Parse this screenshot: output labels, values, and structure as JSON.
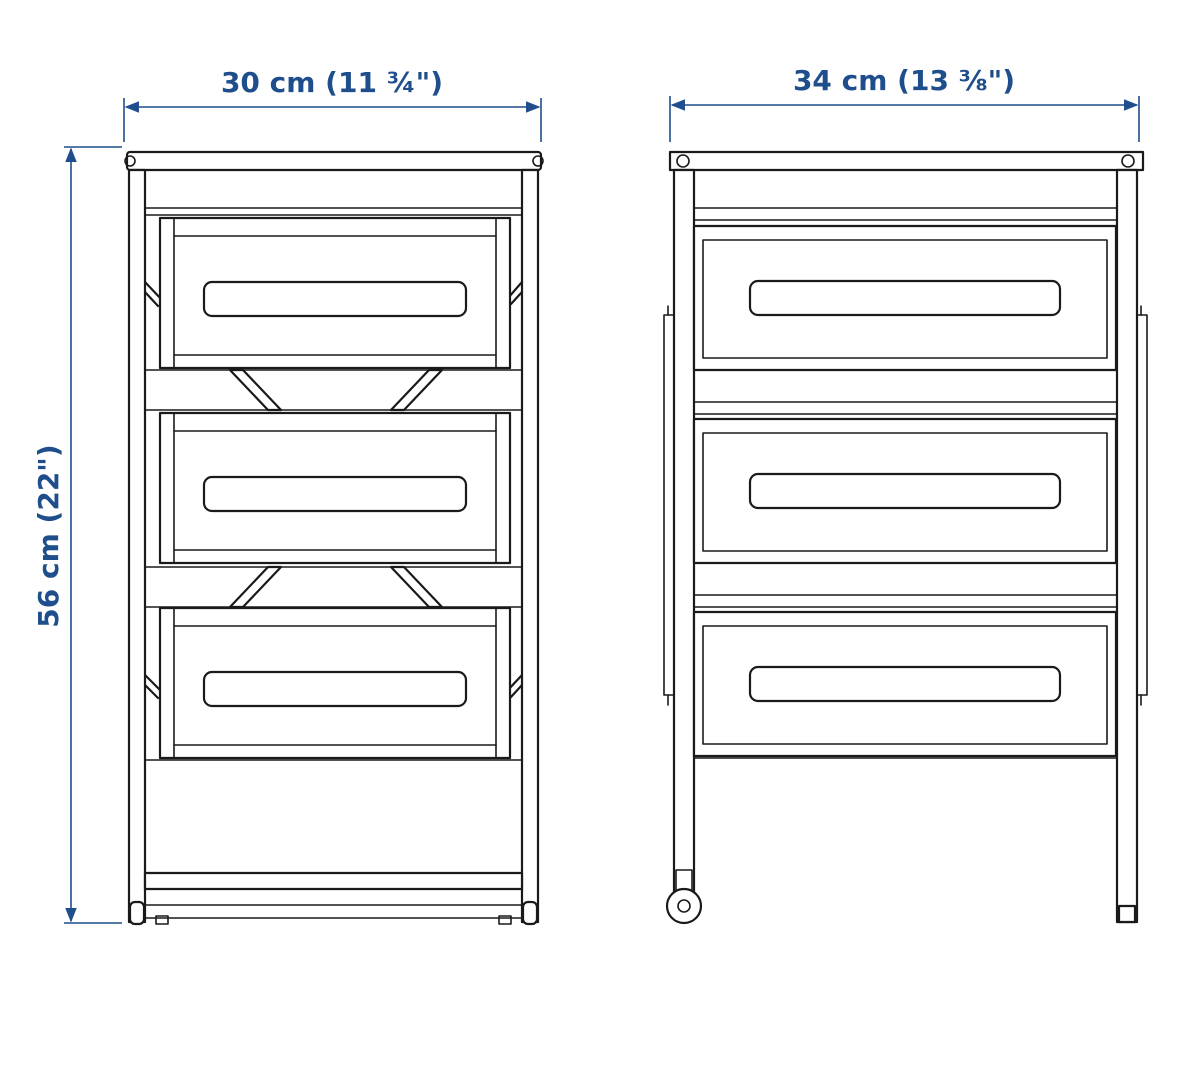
{
  "dimensions": {
    "width_front": "30 cm (11 ¾\")",
    "width_side": "34 cm (13 ⅜\")",
    "height": "56 cm (22\")"
  },
  "colors": {
    "dimension": "#1f4e8c",
    "outline": "#1a1a1a"
  }
}
